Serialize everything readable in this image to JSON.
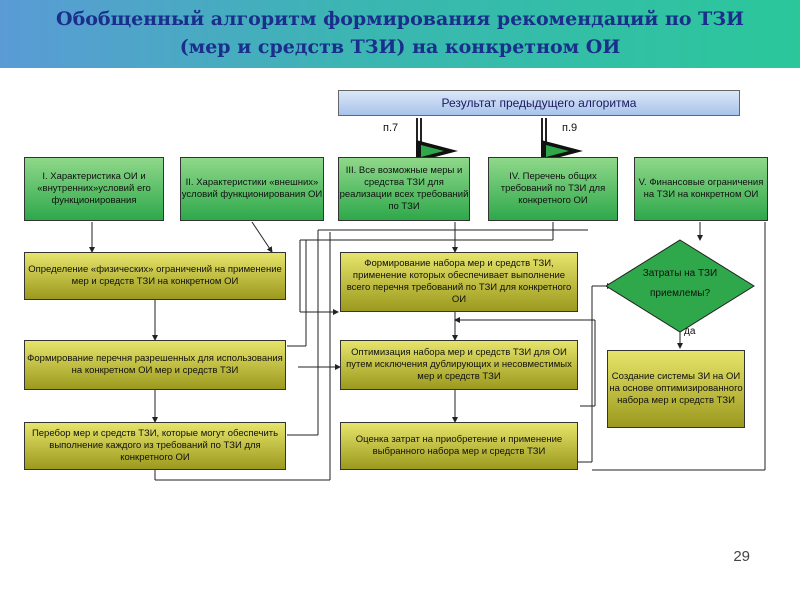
{
  "title_line1": "Обобщенный алгоритм формирования рекомендаций по ТЗИ",
  "title_line2": "(мер и средств ТЗИ) на конкретном ОИ",
  "header_box": "Результат предыдущего алгоритма",
  "p7": "п.7",
  "p9": "п.9",
  "top_boxes": [
    "I. Характеристика ОИ и «внутренних»условий его функционирования",
    "II.    Характеристики «внешних» условий функционирования ОИ",
    "III.   Все возможные меры и средства ТЗИ для реализации всех требований по ТЗИ",
    "IV. Перечень общих требований по ТЗИ для конкретного ОИ",
    "V.    Финансовые ограничения    на ТЗИ  на конкретном ОИ"
  ],
  "left_boxes": [
    "Определение «физических» ограничений на применение мер и средств ТЗИ на конкретном ОИ",
    "Формирование перечня разрешенных для использования на конкретном ОИ мер и средств ТЗИ",
    "Перебор мер и средств  ТЗИ, которые могут обеспечить выполнение каждого из требований по ТЗИ для конкретного ОИ"
  ],
  "mid_boxes": [
    "Формирование набора мер и средств ТЗИ, применение которых обеспечивает выполнение всего перечня требований по ТЗИ для конкретного ОИ",
    "Оптимизация набора мер и средств ТЗИ для ОИ путем исключения дублирующих и несовместимых мер и средств ТЗИ",
    "Оценка затрат на приобретение и применение выбранного набора мер и средств ТЗИ"
  ],
  "decision_line1": "Затраты на ТЗИ",
  "decision_line2": "приемлемы?",
  "yes_label": "да",
  "right_box": "Создание системы ЗИ на ОИ на основе оптимизированного набора мер и средств ТЗИ",
  "page_number": "29"
}
